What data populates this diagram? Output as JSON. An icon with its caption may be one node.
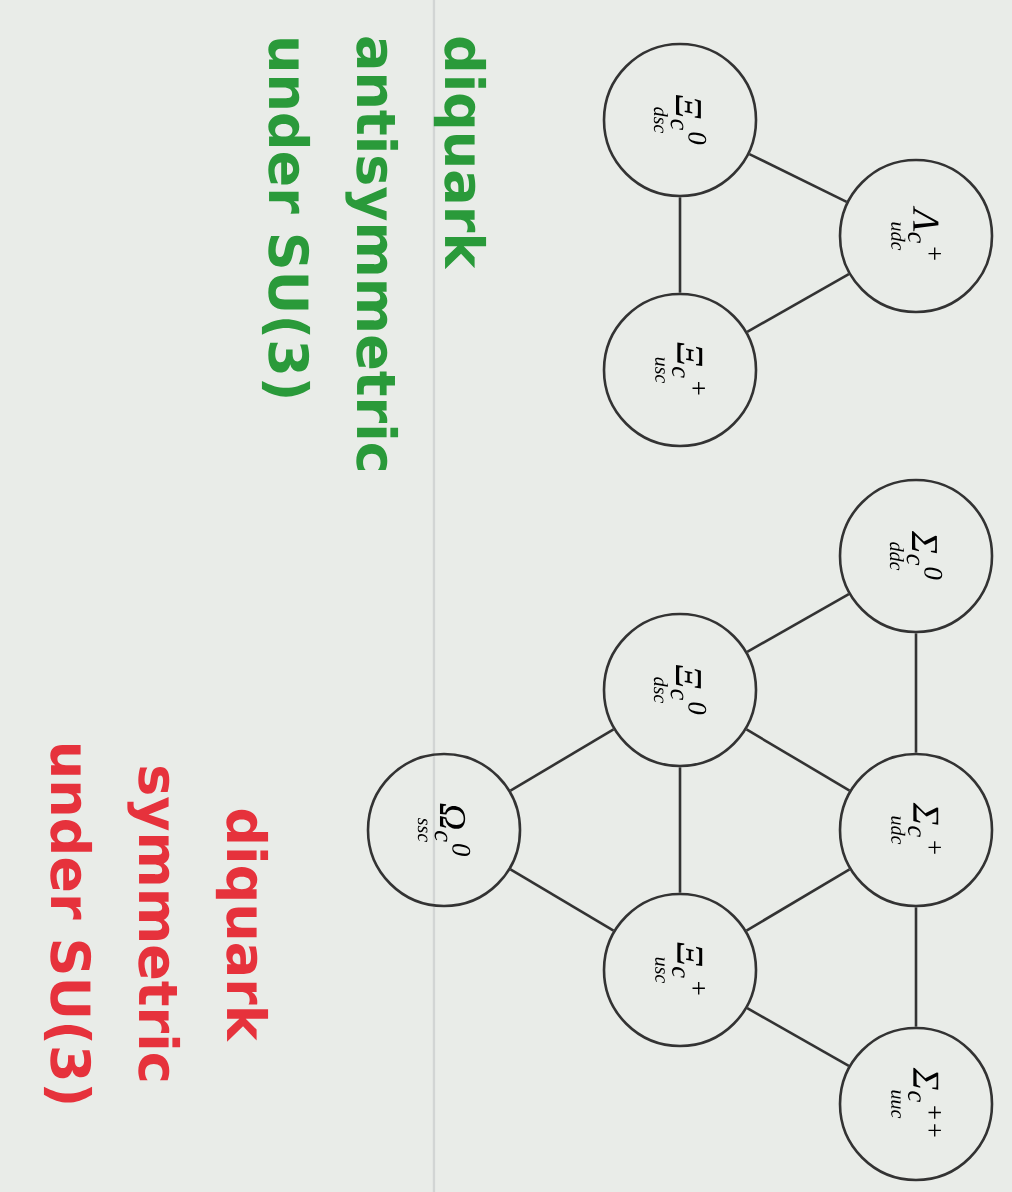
{
  "diagram": {
    "nodes": [
      {
        "text": [
          "Ξ$_{c}$$^{0}$",
          "dsc"
        ]
      },
      {
        "text": [
          "Λ$_{c}$$^{+}$",
          "udc"
        ]
      },
      {
        "text": [
          "Ξ$_{c}$$^{+}$",
          "usc"
        ]
      },
      {
        "text": [
          "Σ$_{c}$$^{0}$",
          "ddc"
        ]
      },
      {
        "text": [
          "Ξ$_{c}$$^{0}$",
          "dsc"
        ]
      },
      {
        "text": [
          "Σ$_{c}$$^{+}$",
          "udc"
        ]
      },
      {
        "text": [
          "Ω$_{c}$$^{0}$",
          "ssc"
        ]
      },
      {
        "text": [
          "Ξ$_{c}$$^{+}$",
          "usc"
        ]
      },
      {
        "text": [
          "Σ$_{c}$$^{++}$",
          "uuc"
        ]
      }
    ],
    "edges": [
      {
        "from": 0,
        "to": 1,
        "arrow": "none"
      },
      {
        "from": 1,
        "to": 2,
        "arrow": "none"
      },
      {
        "from": 0,
        "to": 2,
        "arrow": "none"
      },
      {
        "from": 3,
        "to": 4,
        "arrow": "none"
      },
      {
        "from": 3,
        "to": 5,
        "arrow": "none"
      },
      {
        "from": 4,
        "to": 5,
        "arrow": "none"
      },
      {
        "from": 4,
        "to": 6,
        "arrow": "none"
      },
      {
        "from": 4,
        "to": 7,
        "arrow": "none"
      },
      {
        "from": 6,
        "to": 7,
        "arrow": "none"
      },
      {
        "from": 5,
        "to": 7,
        "arrow": "none"
      },
      {
        "from": 5,
        "to": 8,
        "arrow": "none"
      },
      {
        "from": 7,
        "to": 8,
        "arrow": "none"
      }
    ],
    "labels": [
      "diquark antisymmetric under SU(3)",
      "diquark symmetric under SU(3)"
    ]
  }
}
